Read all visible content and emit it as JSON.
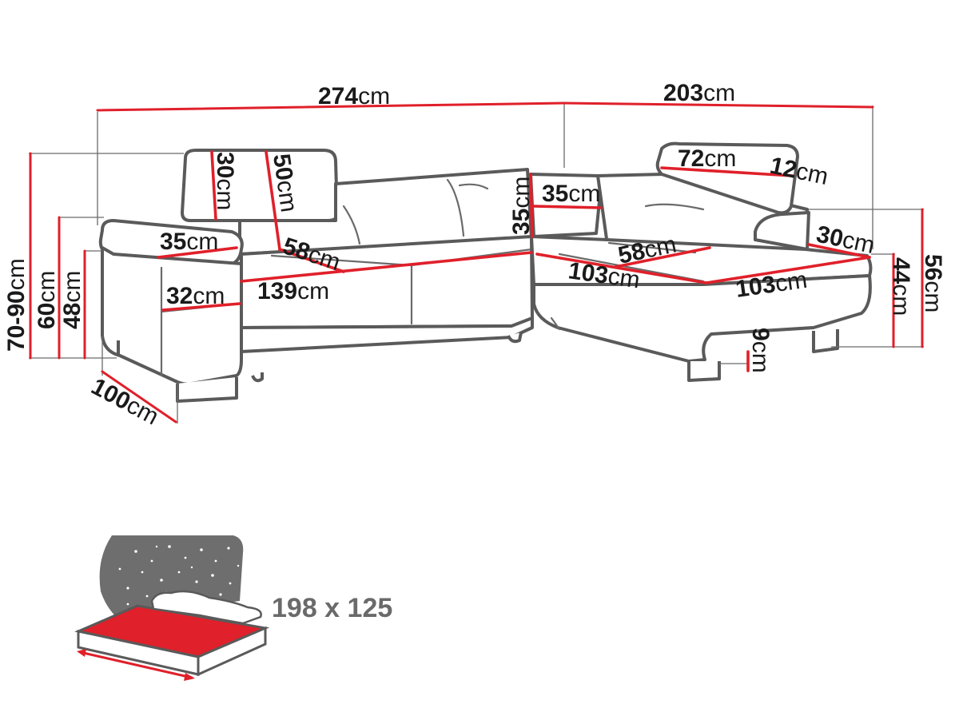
{
  "colors": {
    "dimension_line": "#e0202a",
    "outline": "#5a5a5a",
    "text": "#1a1a1a",
    "bed_night": "#6e6e6e",
    "mattress": "#e0202a"
  },
  "dimensions": {
    "total_width": {
      "value": "274",
      "unit": "cm"
    },
    "corner_width": {
      "value": "203",
      "unit": "cm"
    },
    "height": {
      "value": "70-90",
      "unit": "cm"
    },
    "armrest_height": {
      "value": "60",
      "unit": "cm"
    },
    "seat_height": {
      "value": "48",
      "unit": "cm"
    },
    "depth": {
      "value": "100",
      "unit": "cm"
    },
    "headrest_height": {
      "value": "30",
      "unit": "cm"
    },
    "backrest_height": {
      "value": "50",
      "unit": "cm"
    },
    "armrest_width": {
      "value": "35",
      "unit": "cm"
    },
    "seat_depth_left": {
      "value": "58",
      "unit": "cm"
    },
    "side_width": {
      "value": "32",
      "unit": "cm"
    },
    "seat_width_left": {
      "value": "139",
      "unit": "cm"
    },
    "cushion_height": {
      "value": "35",
      "unit": "cm"
    },
    "cushion_width": {
      "value": "35",
      "unit": "cm"
    },
    "headrest_width": {
      "value": "72",
      "unit": "cm"
    },
    "headrest_depth": {
      "value": "12",
      "unit": "cm"
    },
    "seat_depth_right": {
      "value": "58",
      "unit": "cm"
    },
    "chaise_width_a": {
      "value": "103",
      "unit": "cm"
    },
    "chaise_width_b": {
      "value": "103",
      "unit": "cm"
    },
    "chaise_arm_width": {
      "value": "30",
      "unit": "cm"
    },
    "chaise_seat_height": {
      "value": "44",
      "unit": "cm"
    },
    "chaise_height": {
      "value": "56",
      "unit": "cm"
    },
    "leg_height": {
      "value": "9",
      "unit": "cm"
    }
  },
  "bed": {
    "size_label": "198 x 125"
  }
}
